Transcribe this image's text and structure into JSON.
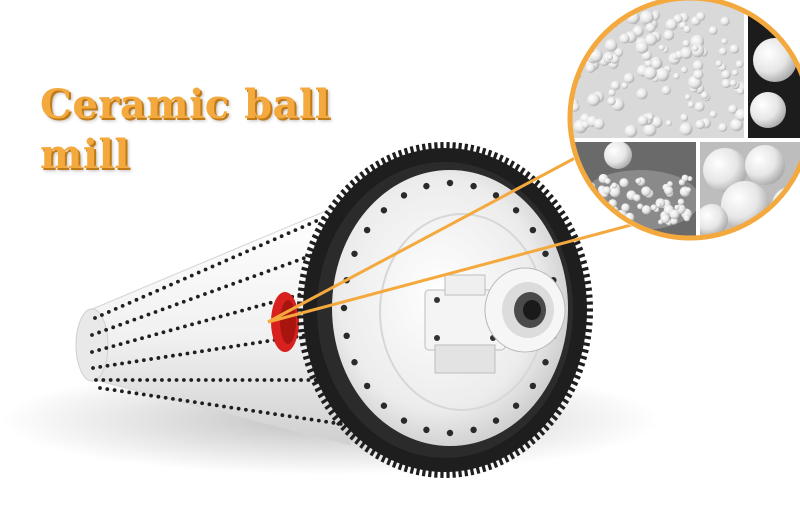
{
  "title": {
    "line1": "Ceramic ball",
    "line2": "mill"
  },
  "colors": {
    "accent": "#f4a93e",
    "gear": "#222222",
    "body": "#f2f2f2",
    "flange": "#d8201f"
  },
  "images": {
    "machine": "ball-mill-machine",
    "inset": "ceramic-balls-photo-collage"
  }
}
